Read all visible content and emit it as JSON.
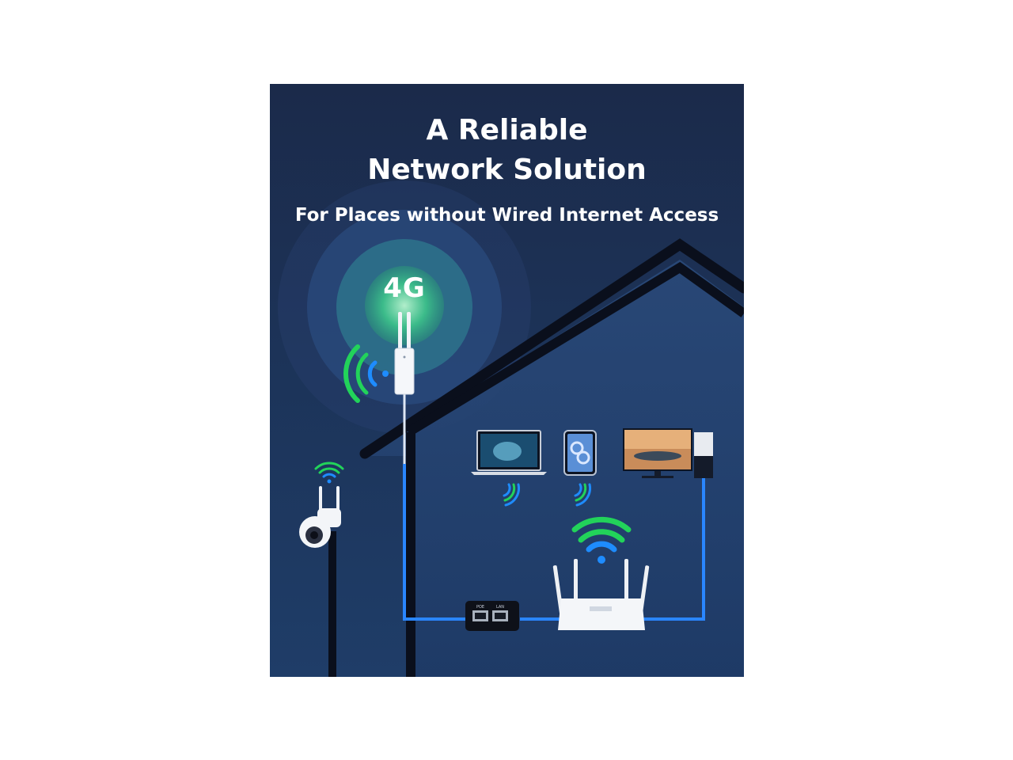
{
  "headline": {
    "line1": "A Reliable",
    "line2": "Network Solution",
    "subtitle": "For Places without Wired Internet Access"
  },
  "badge": {
    "label": "4G"
  },
  "router_panel": {
    "port1": "POE",
    "port2": "LAN"
  },
  "colors": {
    "background_top": "#1b2a4a",
    "background_bottom": "#1f3d68",
    "signal_green": "#22d35a",
    "signal_blue": "#1e8cff",
    "cable_blue": "#2a86ff",
    "halo_green": "#3ec98a"
  },
  "icons": [
    "outdoor-4g-router-icon",
    "security-camera-icon",
    "laptop-icon",
    "tablet-icon",
    "desktop-pc-icon",
    "wifi-router-icon",
    "poe-injector-icon",
    "wifi-signal-icon"
  ]
}
